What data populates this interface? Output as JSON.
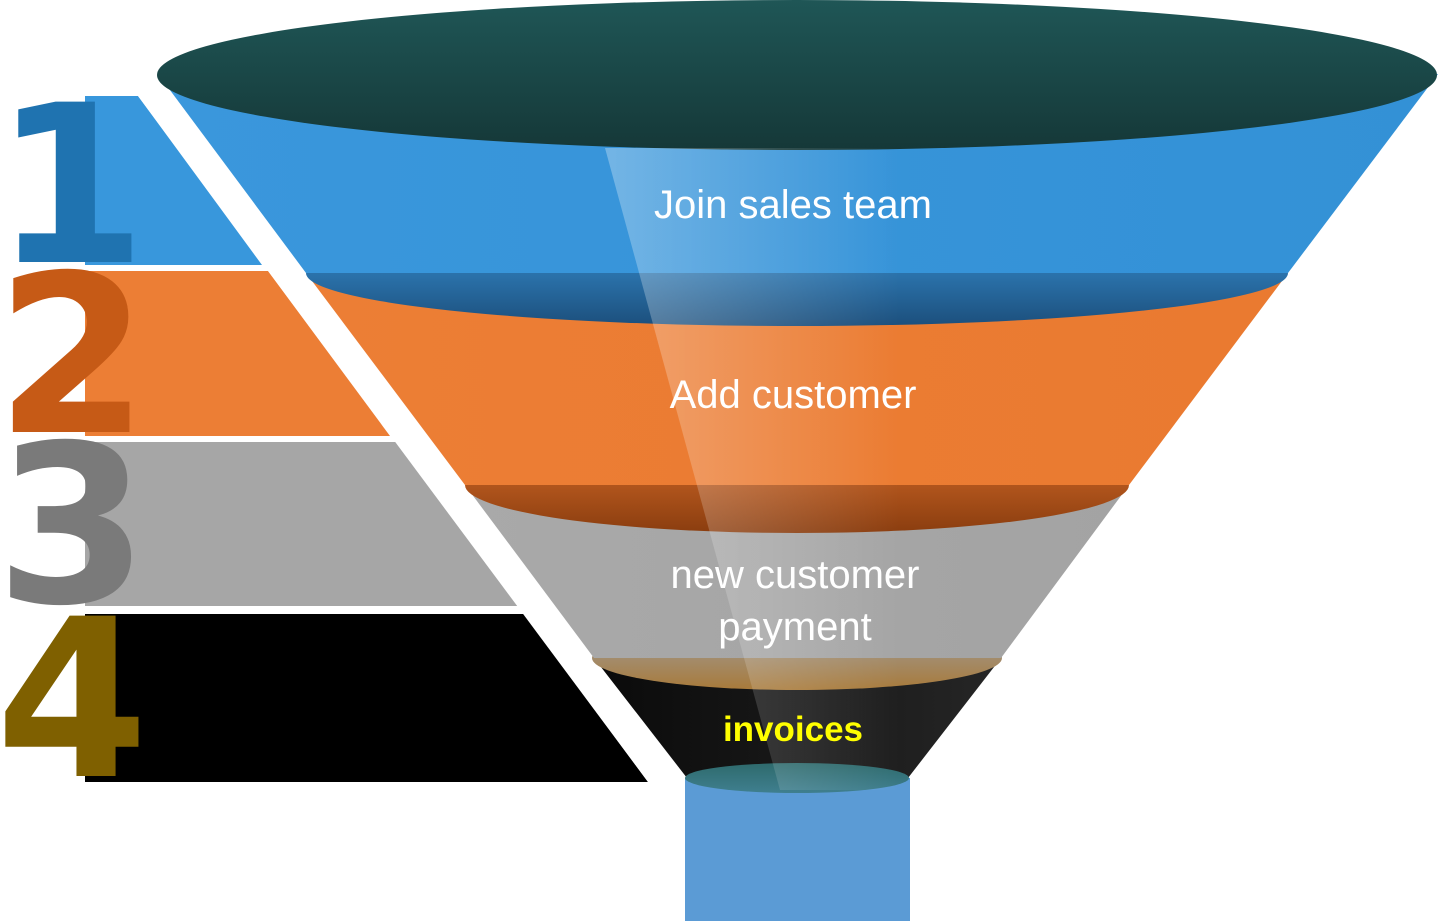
{
  "diagram": {
    "colors": {
      "blue": "#3897dc",
      "orange": "#ec7e35",
      "gray": "#a6a6a6",
      "black": "#000000",
      "spout": "#5b9bd5",
      "rim": "#1d4f4f",
      "label_text": "#ffffff",
      "highlight_text": "#ffff00"
    },
    "steps": [
      {
        "number": "1",
        "label": "Join sales team",
        "color": "#3897dc",
        "number_color": "#1f73b0"
      },
      {
        "number": "2",
        "label": "Add customer",
        "color": "#ec7e35",
        "number_color": "#c65a16"
      },
      {
        "number": "3",
        "label_line1": "new customer",
        "label_line2": "payment",
        "color": "#a6a6a6",
        "number_color": "#7a7a7a"
      },
      {
        "number": "4",
        "label": "invoices",
        "color": "#000000",
        "number_color": "#7f6000"
      }
    ]
  }
}
